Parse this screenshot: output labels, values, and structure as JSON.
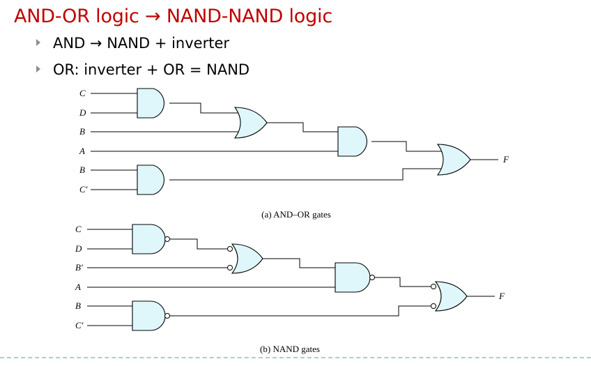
{
  "slide": {
    "title": "AND-OR logic → NAND-NAND logic",
    "bullets": [
      "AND → NAND + inverter",
      "OR: inverter + OR = NAND"
    ]
  },
  "diagram_a": {
    "caption": "(a) AND–OR gates",
    "inputs": [
      "C",
      "D",
      "B",
      "A",
      "B",
      "C′"
    ],
    "output": "F"
  },
  "diagram_b": {
    "caption": "(b) NAND gates",
    "inputs": [
      "C",
      "D",
      "B′",
      "A",
      "B",
      "C′"
    ],
    "output": "F"
  },
  "colors": {
    "title": "#c00000",
    "gate_fill": "#dff7fb",
    "bullet_marker": "#8f8f8f",
    "footer_rule": "#9ed0e6"
  }
}
